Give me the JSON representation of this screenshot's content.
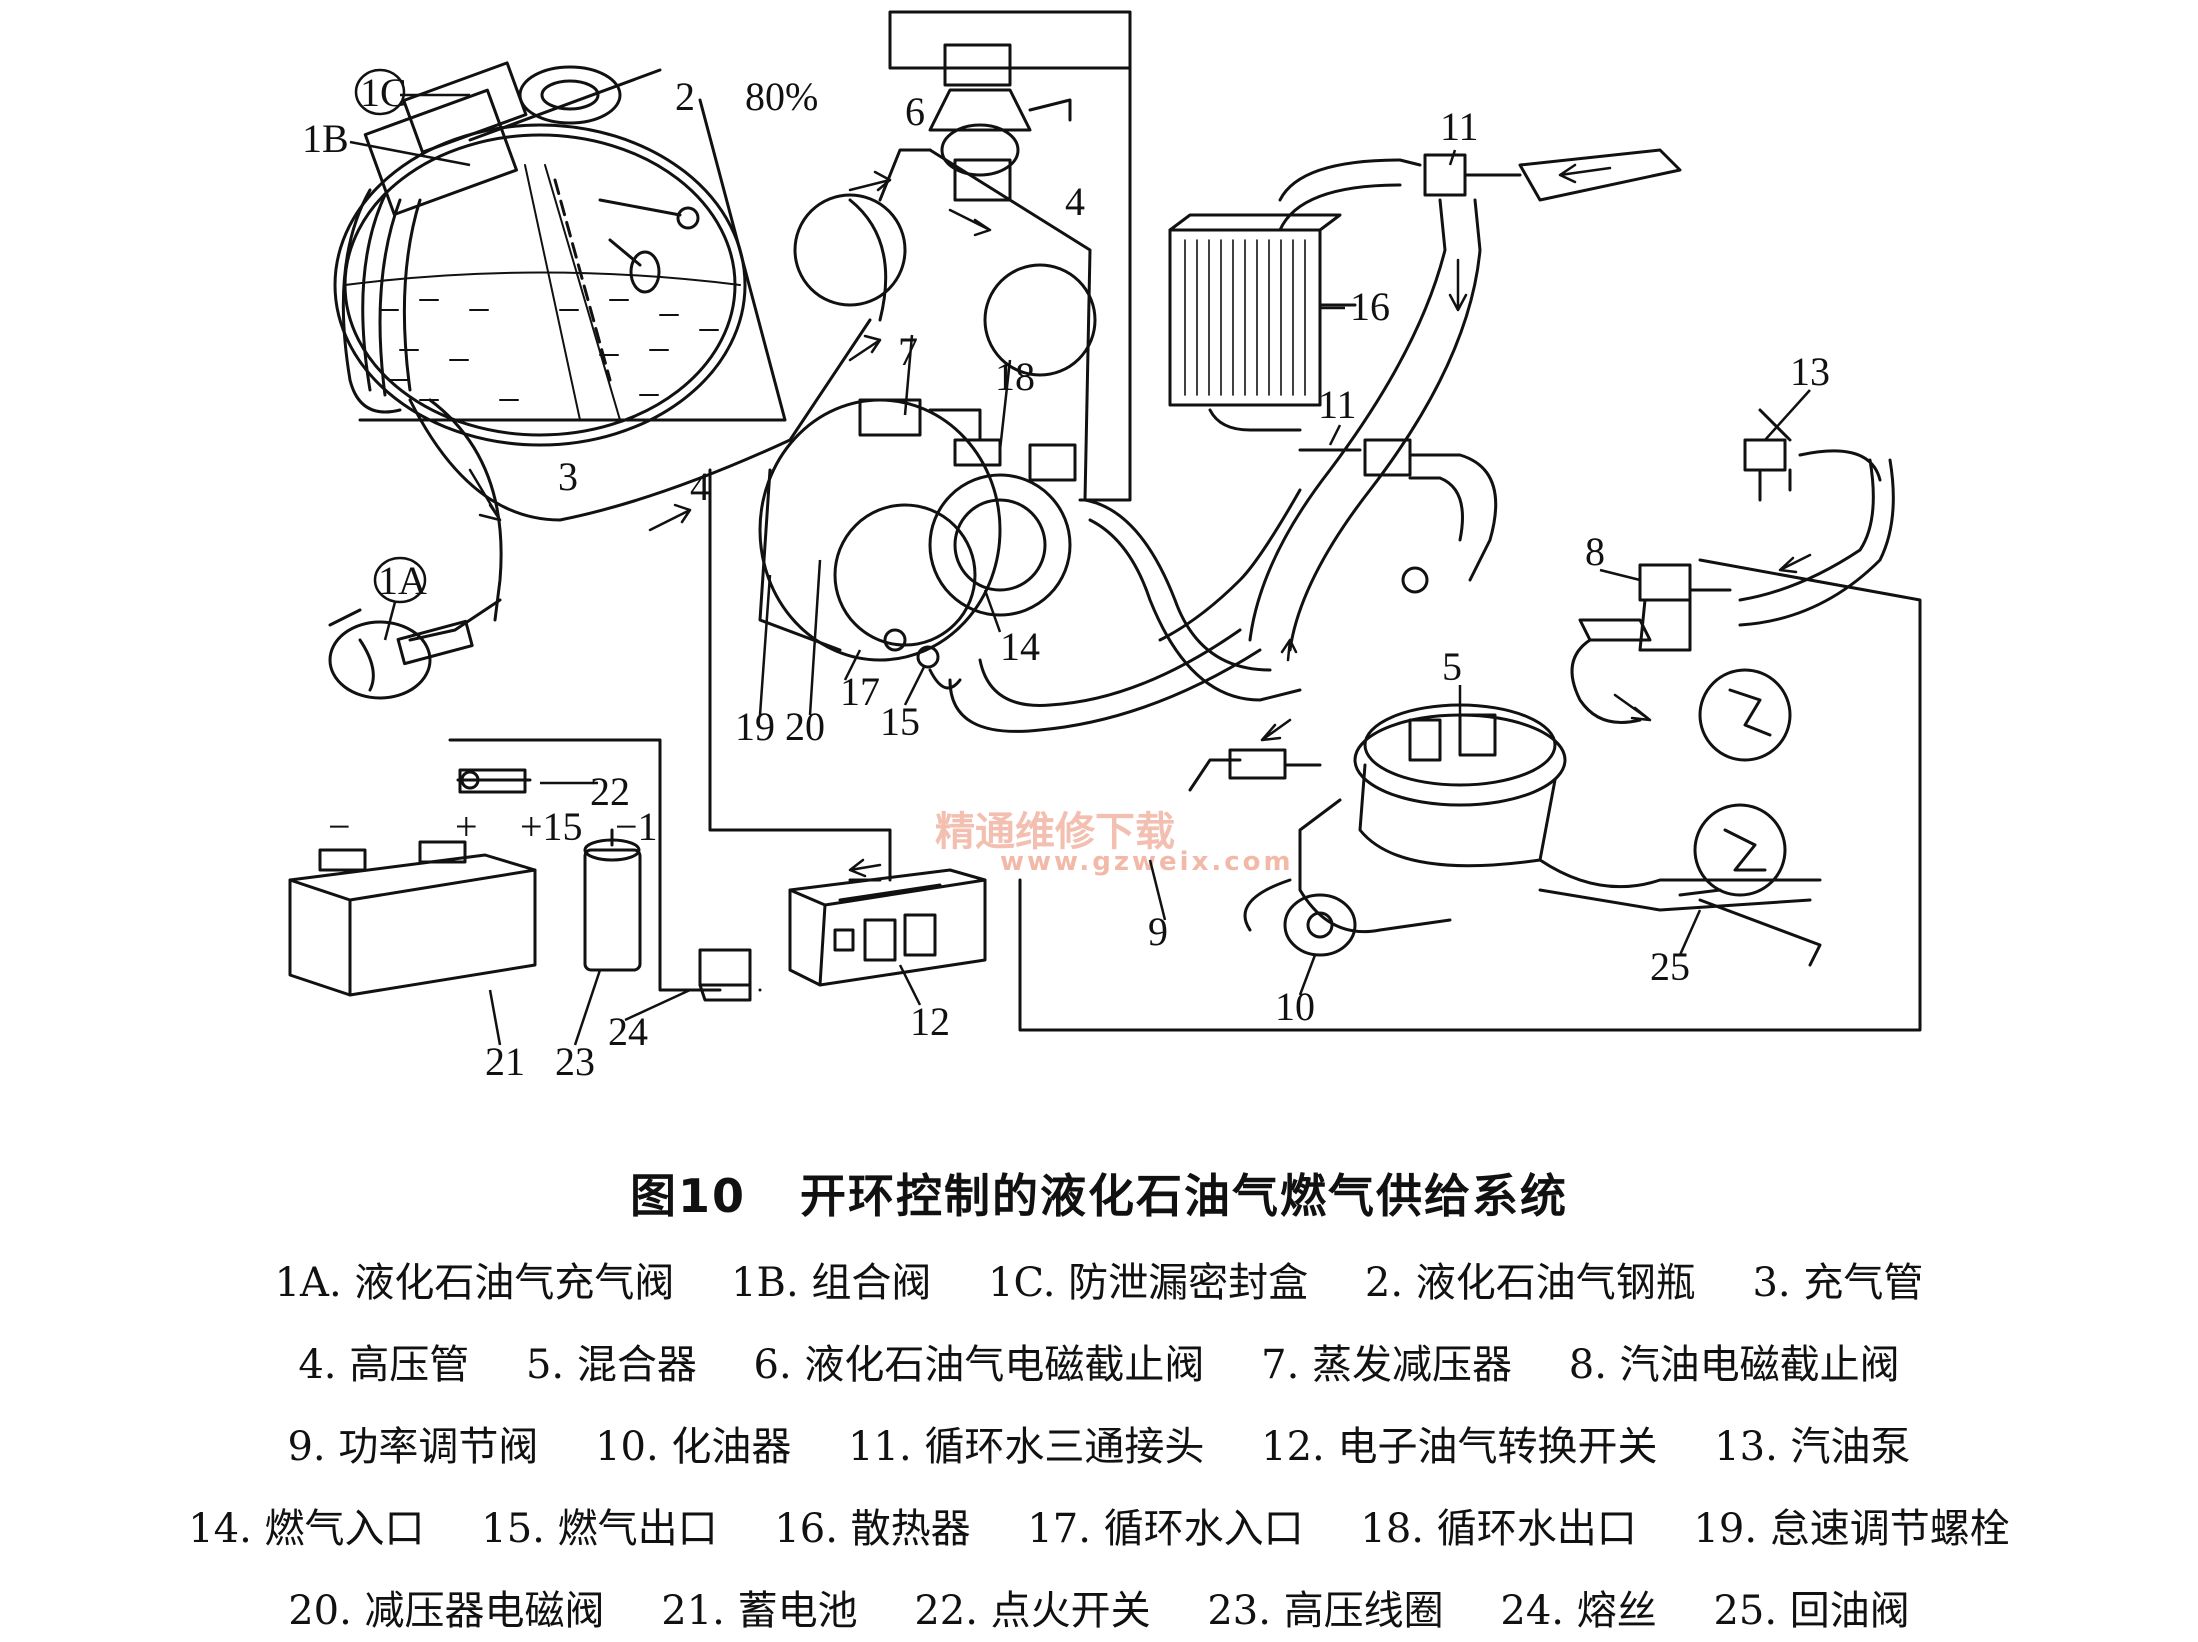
{
  "diagram": {
    "labels": {
      "l1A": "1A",
      "l1B": "1B",
      "l1C": "1C",
      "l2": "2",
      "pct80": "80%",
      "l3": "3",
      "l4a": "4",
      "l4b": "4",
      "l5": "5",
      "l6": "6",
      "l7": "7",
      "l8": "8",
      "l9": "9",
      "l10": "10",
      "l11a": "11",
      "l11b": "11",
      "l12": "12",
      "l13": "13",
      "l14": "14",
      "l15": "15",
      "l16": "16",
      "l17": "17",
      "l18": "18",
      "l19": "19",
      "l20": "20",
      "l21": "21",
      "l22": "22",
      "l23": "23",
      "l24": "24",
      "l25": "25",
      "minus": "−",
      "plus": "+",
      "plus15": "+15",
      "minus1": "−1"
    },
    "watermark": {
      "cn": "精通维修下载",
      "url": "www.gzweix.com"
    }
  },
  "caption": {
    "fig": "图10",
    "title": "开环控制的液化石油气燃气供给系统"
  },
  "legend": {
    "rows": [
      [
        "1A. 液化石油气充气阀",
        "1B. 组合阀",
        "1C. 防泄漏密封盒",
        "2. 液化石油气钢瓶",
        "3. 充气管"
      ],
      [
        "4. 高压管",
        "5. 混合器",
        "6. 液化石油气电磁截止阀",
        "7. 蒸发减压器",
        "8. 汽油电磁截止阀"
      ],
      [
        "9. 功率调节阀",
        "10. 化油器",
        "11. 循环水三通接头",
        "12. 电子油气转换开关",
        "13. 汽油泵"
      ],
      [
        "14. 燃气入口",
        "15. 燃气出口",
        "16. 散热器",
        "17. 循环水入口",
        "18. 循环水出口",
        "19. 怠速调节螺栓"
      ],
      [
        "20. 减压器电磁阀",
        "21. 蓄电池",
        "22. 点火开关",
        "23. 高压线圈",
        "24. 熔丝",
        "25. 回油阀"
      ]
    ]
  }
}
